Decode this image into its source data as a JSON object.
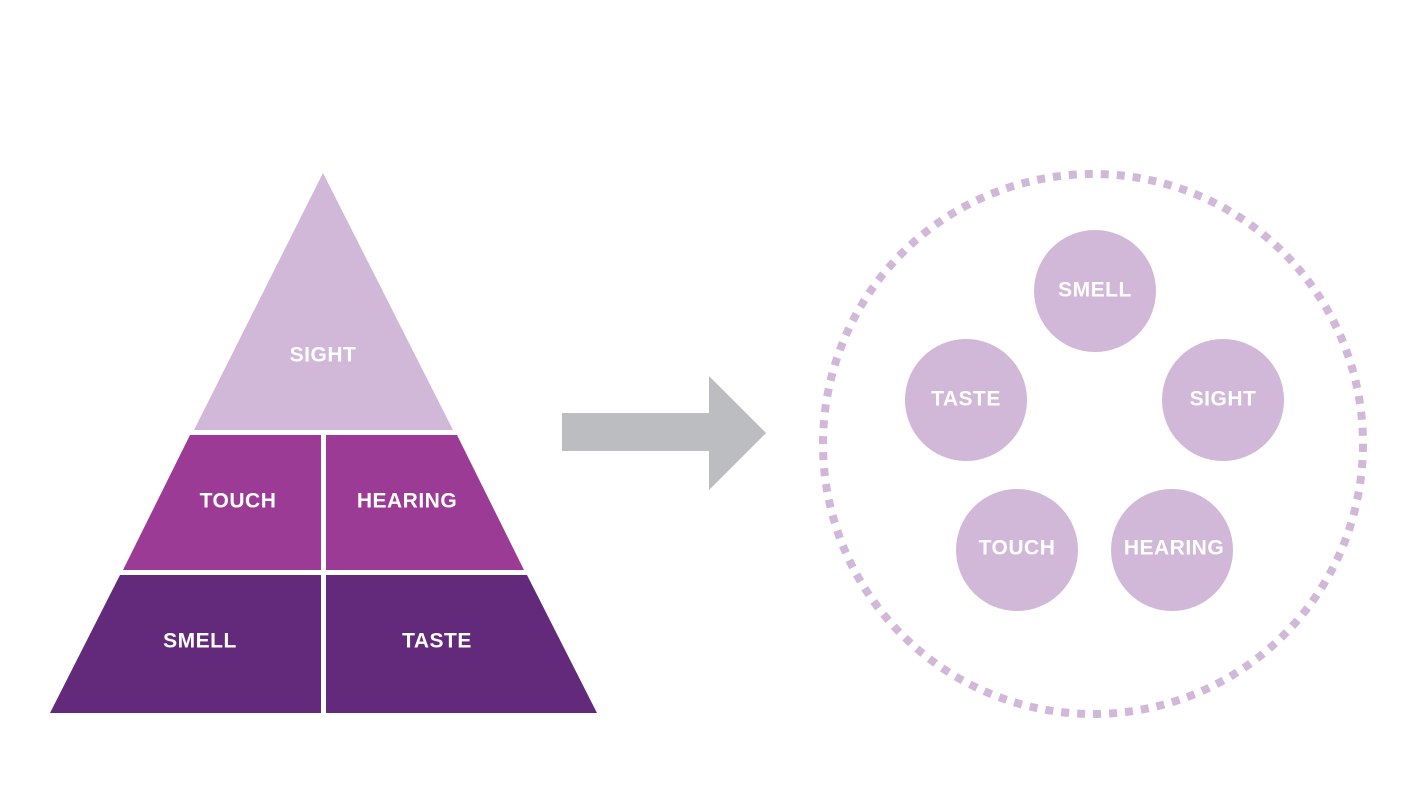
{
  "colors": {
    "light_purple": "#d1b7d8",
    "mid_purple": "#9c3b95",
    "dark_purple": "#632a7b",
    "arrow_gray": "#bcbdc0",
    "label_white": "#ffffff",
    "background": "#ffffff"
  },
  "pyramid": {
    "top": {
      "label": "SIGHT"
    },
    "middle": {
      "left": "TOUCH",
      "right": "HEARING"
    },
    "bottom": {
      "left": "SMELL",
      "right": "TASTE"
    }
  },
  "arrow": {
    "icon": "right-arrow-icon"
  },
  "circle_group": {
    "items": [
      {
        "label": "SMELL"
      },
      {
        "label": "TASTE"
      },
      {
        "label": "SIGHT"
      },
      {
        "label": "TOUCH"
      },
      {
        "label": "HEARING"
      }
    ]
  }
}
